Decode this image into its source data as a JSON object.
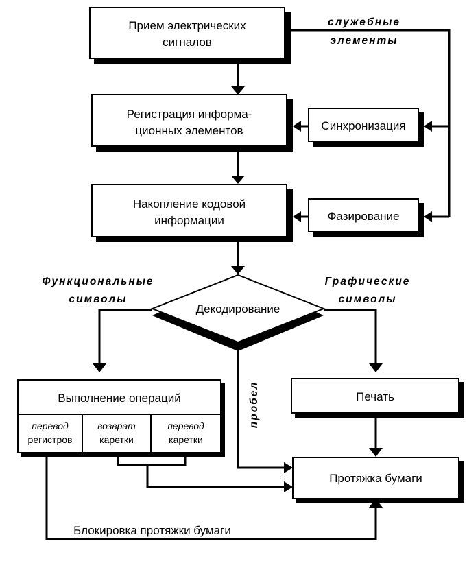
{
  "blocks": {
    "receive": [
      "Прием электрических",
      "сигналов"
    ],
    "register": [
      "Регистрация информа-",
      "ционных элементов"
    ],
    "accumulate": [
      "Накопление кодовой",
      "информации"
    ],
    "sync": "Синхронизация",
    "phasing": "Фазирование",
    "decode": "Декодирование",
    "execute": "Выполнение операций",
    "register_shift": [
      "перевод",
      "регистров"
    ],
    "carriage_return": [
      "возврат",
      "каретки"
    ],
    "carriage_shift": [
      "перевод",
      "каретки"
    ],
    "print": "Печать",
    "paper_feed": "Протяжка бумаги"
  },
  "labels": {
    "service": [
      "служебные",
      "элементы"
    ],
    "functional": [
      "Функциональные",
      "символы"
    ],
    "graphic": [
      "Графические",
      "символы"
    ],
    "space": "пробел",
    "block_feed": "Блокировка протяжки бумаги"
  }
}
